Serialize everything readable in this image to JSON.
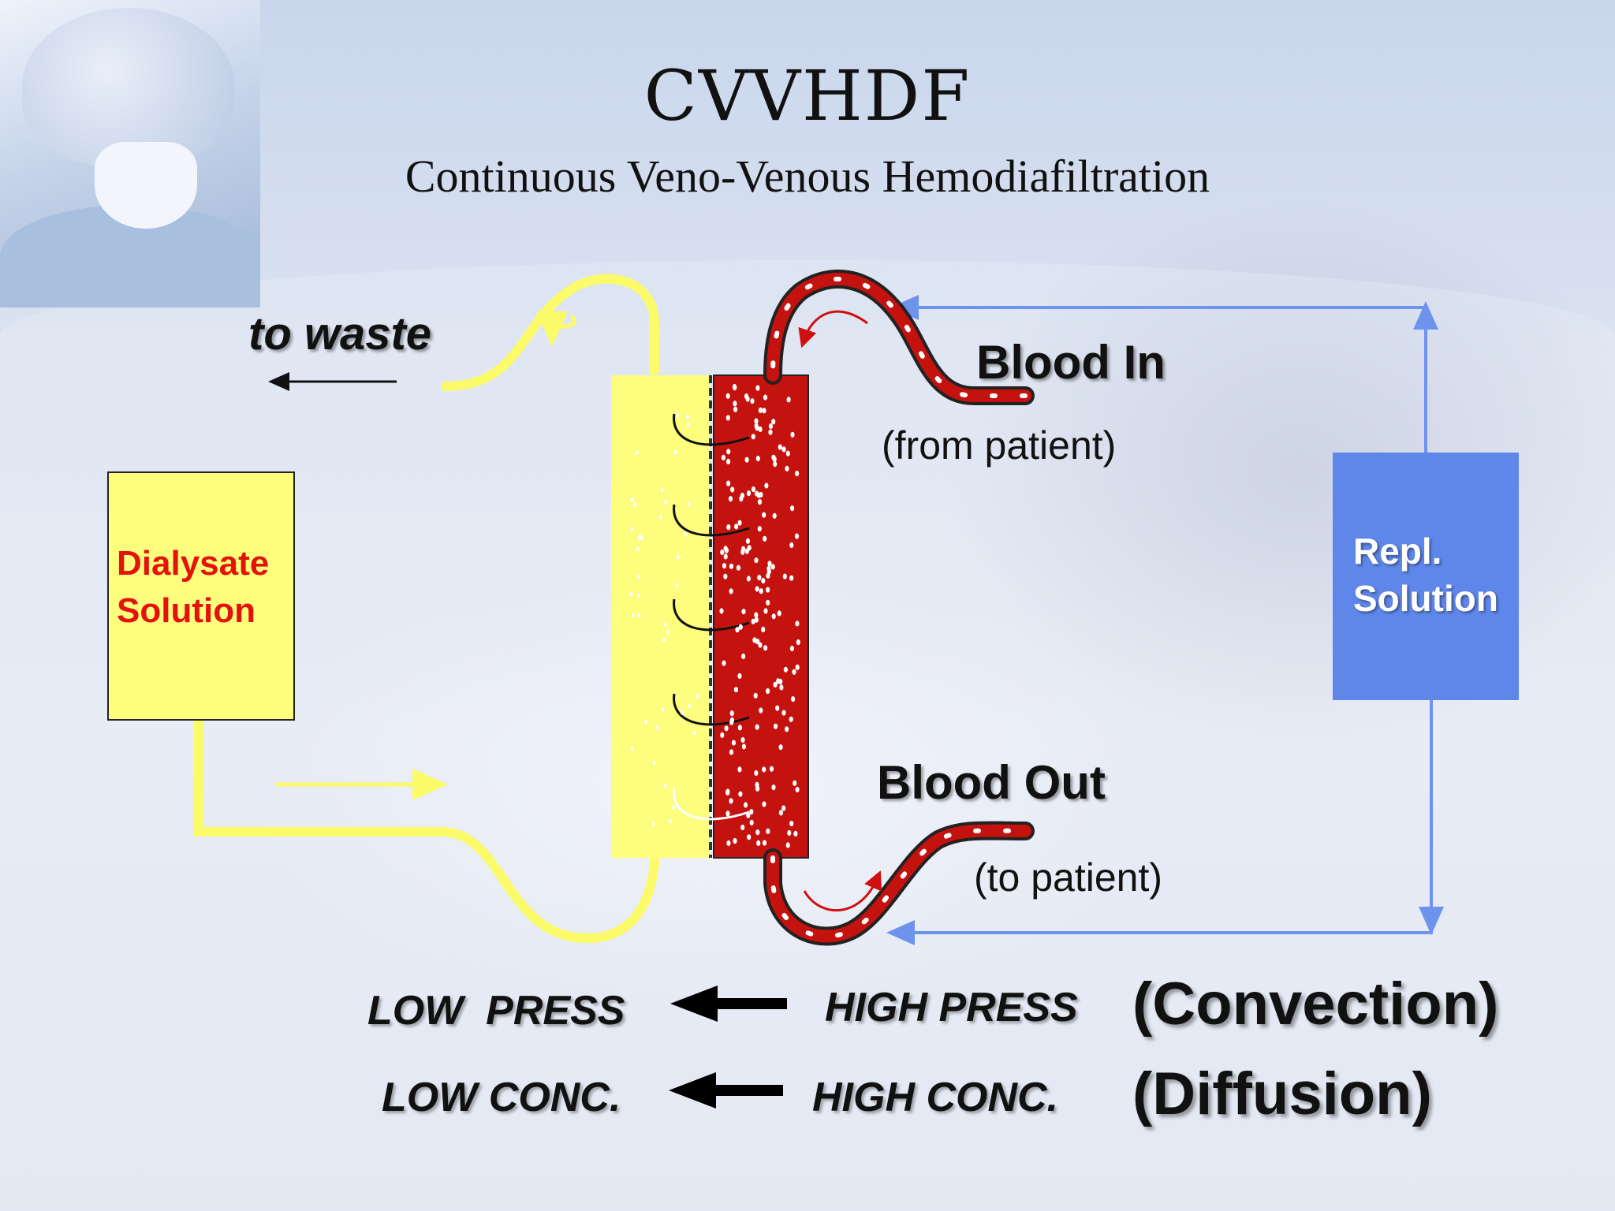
{
  "slide": {
    "title": "CVVHDF",
    "subtitle": "Continuous Veno-Venous Hemodiafiltration"
  },
  "labels": {
    "to_waste": "to waste",
    "blood_in": "Blood In",
    "from_patient": "(from patient)",
    "blood_out": "Blood Out",
    "to_patient": "(to patient)"
  },
  "dialysate": {
    "line1": "Dialysate",
    "line2": "Solution"
  },
  "replacement": {
    "line1": "Repl.",
    "line2": "Solution"
  },
  "gradients": [
    {
      "low": "LOW  PRESS",
      "high": "HIGH PRESS",
      "mechanism": "(Convection)"
    },
    {
      "low": "LOW CONC.",
      "high": "HIGH CONC.",
      "mechanism": "(Diffusion)"
    }
  ],
  "colors": {
    "dialysate": "#fdfd7e",
    "blood": "#c4120e",
    "replacement": "#5f87ea",
    "tube_yellow": "#fbfb6a",
    "repl_line": "#6e93ec"
  },
  "icons": {
    "left_arrow": "arrow-left-icon",
    "photo": "surgeon-photo"
  }
}
